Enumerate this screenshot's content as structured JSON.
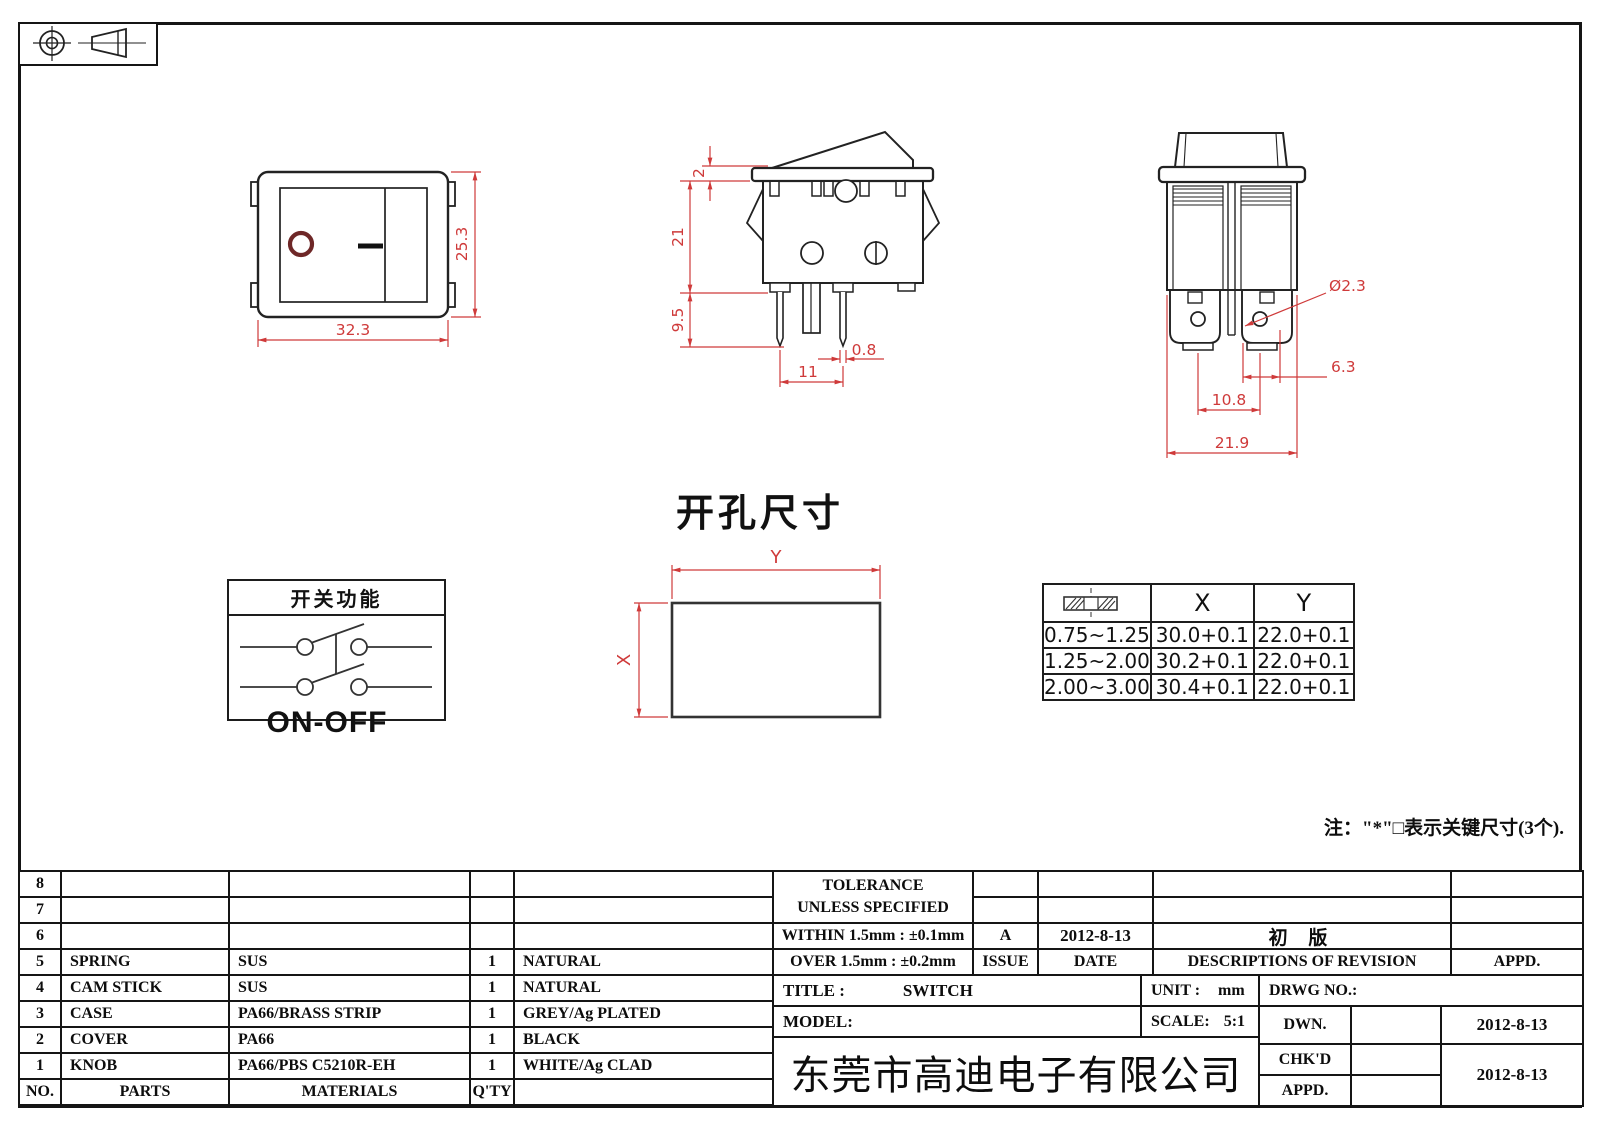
{
  "colors": {
    "line": "#222222",
    "dim": "#cf3a3a",
    "ring": "#6e2727"
  },
  "views": {
    "front": {
      "width": "32.3",
      "height": "25.3"
    },
    "side": {
      "rocker": "2",
      "body": "21",
      "pins": "9.5",
      "pin_width": "0.8",
      "pin_pitch": "11"
    },
    "end": {
      "hole": "Ø2.3",
      "term_width": "6.3",
      "hole_pitch": "10.8",
      "total_width": "21.9"
    }
  },
  "cutout": {
    "title": "开孔尺寸",
    "x": "X",
    "y": "Y"
  },
  "function_box": {
    "title": "开关功能",
    "mode": "ON-OFF"
  },
  "panel_table": {
    "col_x": "X",
    "col_y": "Y",
    "rows": [
      {
        "thickness": "0.75~1.25",
        "x": "30.0+0.1",
        "y": "22.0+0.1"
      },
      {
        "thickness": "1.25~2.00",
        "x": "30.2+0.1",
        "y": "22.0+0.1"
      },
      {
        "thickness": "2.00~3.00",
        "x": "30.4+0.1",
        "y": "22.0+0.1"
      }
    ]
  },
  "note": "注：\"*\"□表示关键尺寸(3个).",
  "parts_table": {
    "headers": {
      "no": "NO.",
      "parts": "PARTS",
      "materials": "MATERIALS",
      "qty": "Q'TY",
      "color": ""
    },
    "rows": [
      {
        "no": "8",
        "part": "",
        "material": "",
        "qty": "",
        "color": ""
      },
      {
        "no": "7",
        "part": "",
        "material": "",
        "qty": "",
        "color": ""
      },
      {
        "no": "6",
        "part": "",
        "material": "",
        "qty": "",
        "color": ""
      },
      {
        "no": "5",
        "part": "SPRING",
        "material": "SUS",
        "qty": "1",
        "color": "NATURAL"
      },
      {
        "no": "4",
        "part": "CAM STICK",
        "material": "SUS",
        "qty": "1",
        "color": "NATURAL"
      },
      {
        "no": "3",
        "part": "CASE",
        "material": "PA66/BRASS STRIP",
        "qty": "1",
        "color": "GREY/Ag PLATED"
      },
      {
        "no": "2",
        "part": "COVER",
        "material": "PA66",
        "qty": "1",
        "color": "BLACK"
      },
      {
        "no": "1",
        "part": "KNOB",
        "material": "PA66/PBS C5210R-EH",
        "qty": "1",
        "color": "WHITE/Ag CLAD"
      }
    ]
  },
  "revision_block": {
    "tolerance_line1": "TOLERANCE",
    "tolerance_line2": "UNLESS  SPECIFIED",
    "within": "WITHIN 1.5mm : ±0.1mm",
    "over": "OVER 1.5mm : ±0.2mm",
    "issue_value": "A",
    "issue_label": "ISSUE",
    "date_value": "2012-8-13",
    "date_label": "DATE",
    "revision_value": "初 版",
    "descriptions_label": "DESCRIPTIONS OF REVISION",
    "appd_label": "APPD."
  },
  "title_block": {
    "title_label": "TITLE :",
    "title_value": "SWITCH",
    "model_label": "MODEL:",
    "unit_label": "UNIT :",
    "unit_value": "mm",
    "scale_label": "SCALE:",
    "scale_value": "5:1",
    "drwg_label": "DRWG NO.:",
    "dwn_label": "DWN.",
    "dwn_date": "2012-8-13",
    "chkd_label": "CHK'D",
    "chkd_date": "2012-8-13",
    "appd_label": "APPD.",
    "company": "东莞市高迪电子有限公司"
  }
}
